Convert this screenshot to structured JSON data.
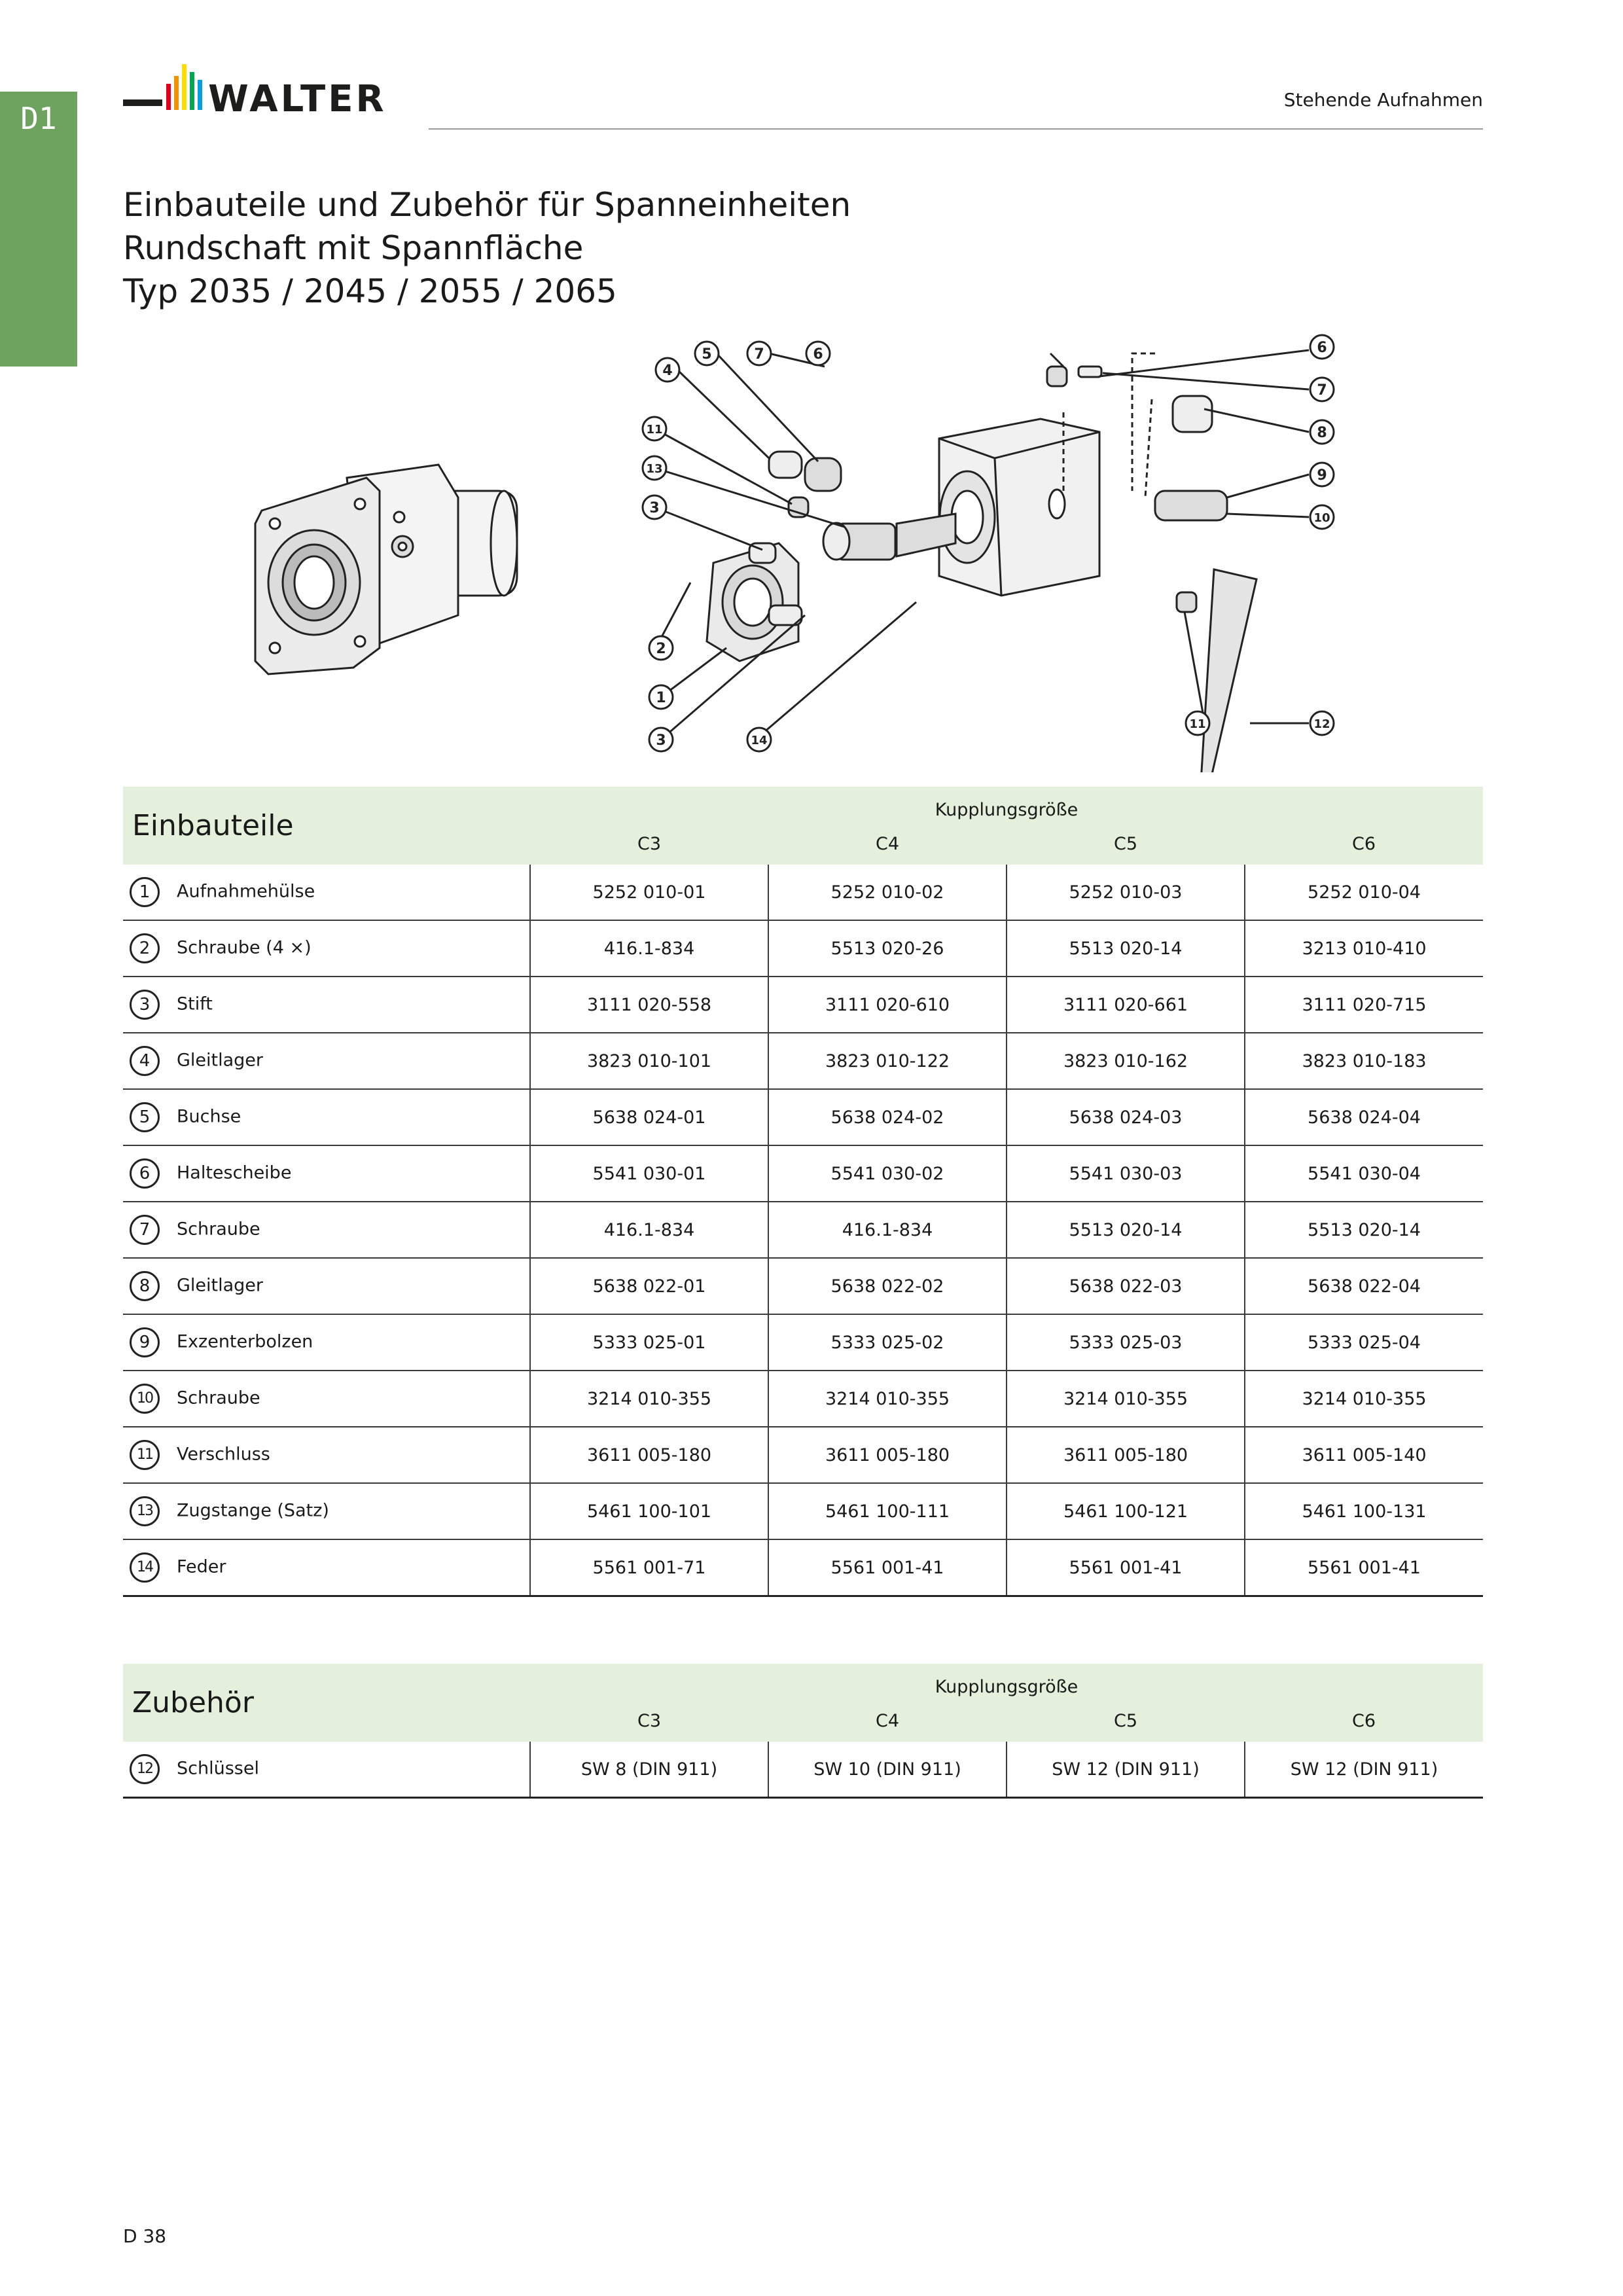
{
  "tab": {
    "label": "D1"
  },
  "brand": {
    "name": "WALTER",
    "stripe_colors": [
      "#e2001a",
      "#f39200",
      "#ffdd00",
      "#00a651",
      "#009fe3",
      "#1d1d1b"
    ]
  },
  "header": {
    "section": "Stehende Aufnahmen"
  },
  "title": {
    "line1": "Einbauteile und Zubehör für Spanneinheiten",
    "line2": "Rundschaft mit Spannfläche",
    "line3": "Typ 2035 / 2045 / 2055 / 2065"
  },
  "diagram": {
    "callouts": [
      "4",
      "5",
      "7",
      "6",
      "11",
      "13",
      "3",
      "2",
      "1",
      "3",
      "14",
      "6",
      "7",
      "8",
      "9",
      "10",
      "11",
      "12"
    ]
  },
  "einbauteile": {
    "title": "Einbauteile",
    "group_header": "Kupplungsgröße",
    "sizes": [
      "C3",
      "C4",
      "C5",
      "C6"
    ],
    "rows": [
      {
        "num": "1",
        "name": "Aufnahmehülse",
        "values": [
          "5252 010-01",
          "5252 010-02",
          "5252 010-03",
          "5252 010-04"
        ]
      },
      {
        "num": "2",
        "name": "Schraube (4 ×)",
        "values": [
          "416.1-834",
          "5513 020-26",
          "5513 020-14",
          "3213 010-410"
        ]
      },
      {
        "num": "3",
        "name": "Stift",
        "values": [
          "3111 020-558",
          "3111 020-610",
          "3111 020-661",
          "3111 020-715"
        ]
      },
      {
        "num": "4",
        "name": "Gleitlager",
        "values": [
          "3823 010-101",
          "3823 010-122",
          "3823 010-162",
          "3823 010-183"
        ]
      },
      {
        "num": "5",
        "name": "Buchse",
        "values": [
          "5638 024-01",
          "5638 024-02",
          "5638 024-03",
          "5638 024-04"
        ]
      },
      {
        "num": "6",
        "name": "Haltescheibe",
        "values": [
          "5541 030-01",
          "5541 030-02",
          "5541 030-03",
          "5541 030-04"
        ]
      },
      {
        "num": "7",
        "name": "Schraube",
        "values": [
          "416.1-834",
          "416.1-834",
          "5513 020-14",
          "5513 020-14"
        ]
      },
      {
        "num": "8",
        "name": "Gleitlager",
        "values": [
          "5638 022-01",
          "5638 022-02",
          "5638 022-03",
          "5638 022-04"
        ]
      },
      {
        "num": "9",
        "name": "Exzenterbolzen",
        "values": [
          "5333 025-01",
          "5333 025-02",
          "5333 025-03",
          "5333 025-04"
        ]
      },
      {
        "num": "10",
        "name": "Schraube",
        "values": [
          "3214 010-355",
          "3214 010-355",
          "3214 010-355",
          "3214 010-355"
        ]
      },
      {
        "num": "11",
        "name": "Verschluss",
        "values": [
          "3611 005-180",
          "3611 005-180",
          "3611 005-180",
          "3611 005-140"
        ]
      },
      {
        "num": "13",
        "name": "Zugstange (Satz)",
        "values": [
          "5461 100-101",
          "5461 100-111",
          "5461 100-121",
          "5461 100-131"
        ]
      },
      {
        "num": "14",
        "name": "Feder",
        "values": [
          "5561 001-71",
          "5561 001-41",
          "5561 001-41",
          "5561 001-41"
        ]
      }
    ]
  },
  "zubehoer": {
    "title": "Zubehör",
    "group_header": "Kupplungsgröße",
    "sizes": [
      "C3",
      "C4",
      "C5",
      "C6"
    ],
    "rows": [
      {
        "num": "12",
        "name": "Schlüssel",
        "values": [
          "SW 8 (DIN 911)",
          "SW 10 (DIN 911)",
          "SW 12 (DIN 911)",
          "SW 12 (DIN 911)"
        ]
      }
    ]
  },
  "footer": {
    "page": "D 38"
  }
}
